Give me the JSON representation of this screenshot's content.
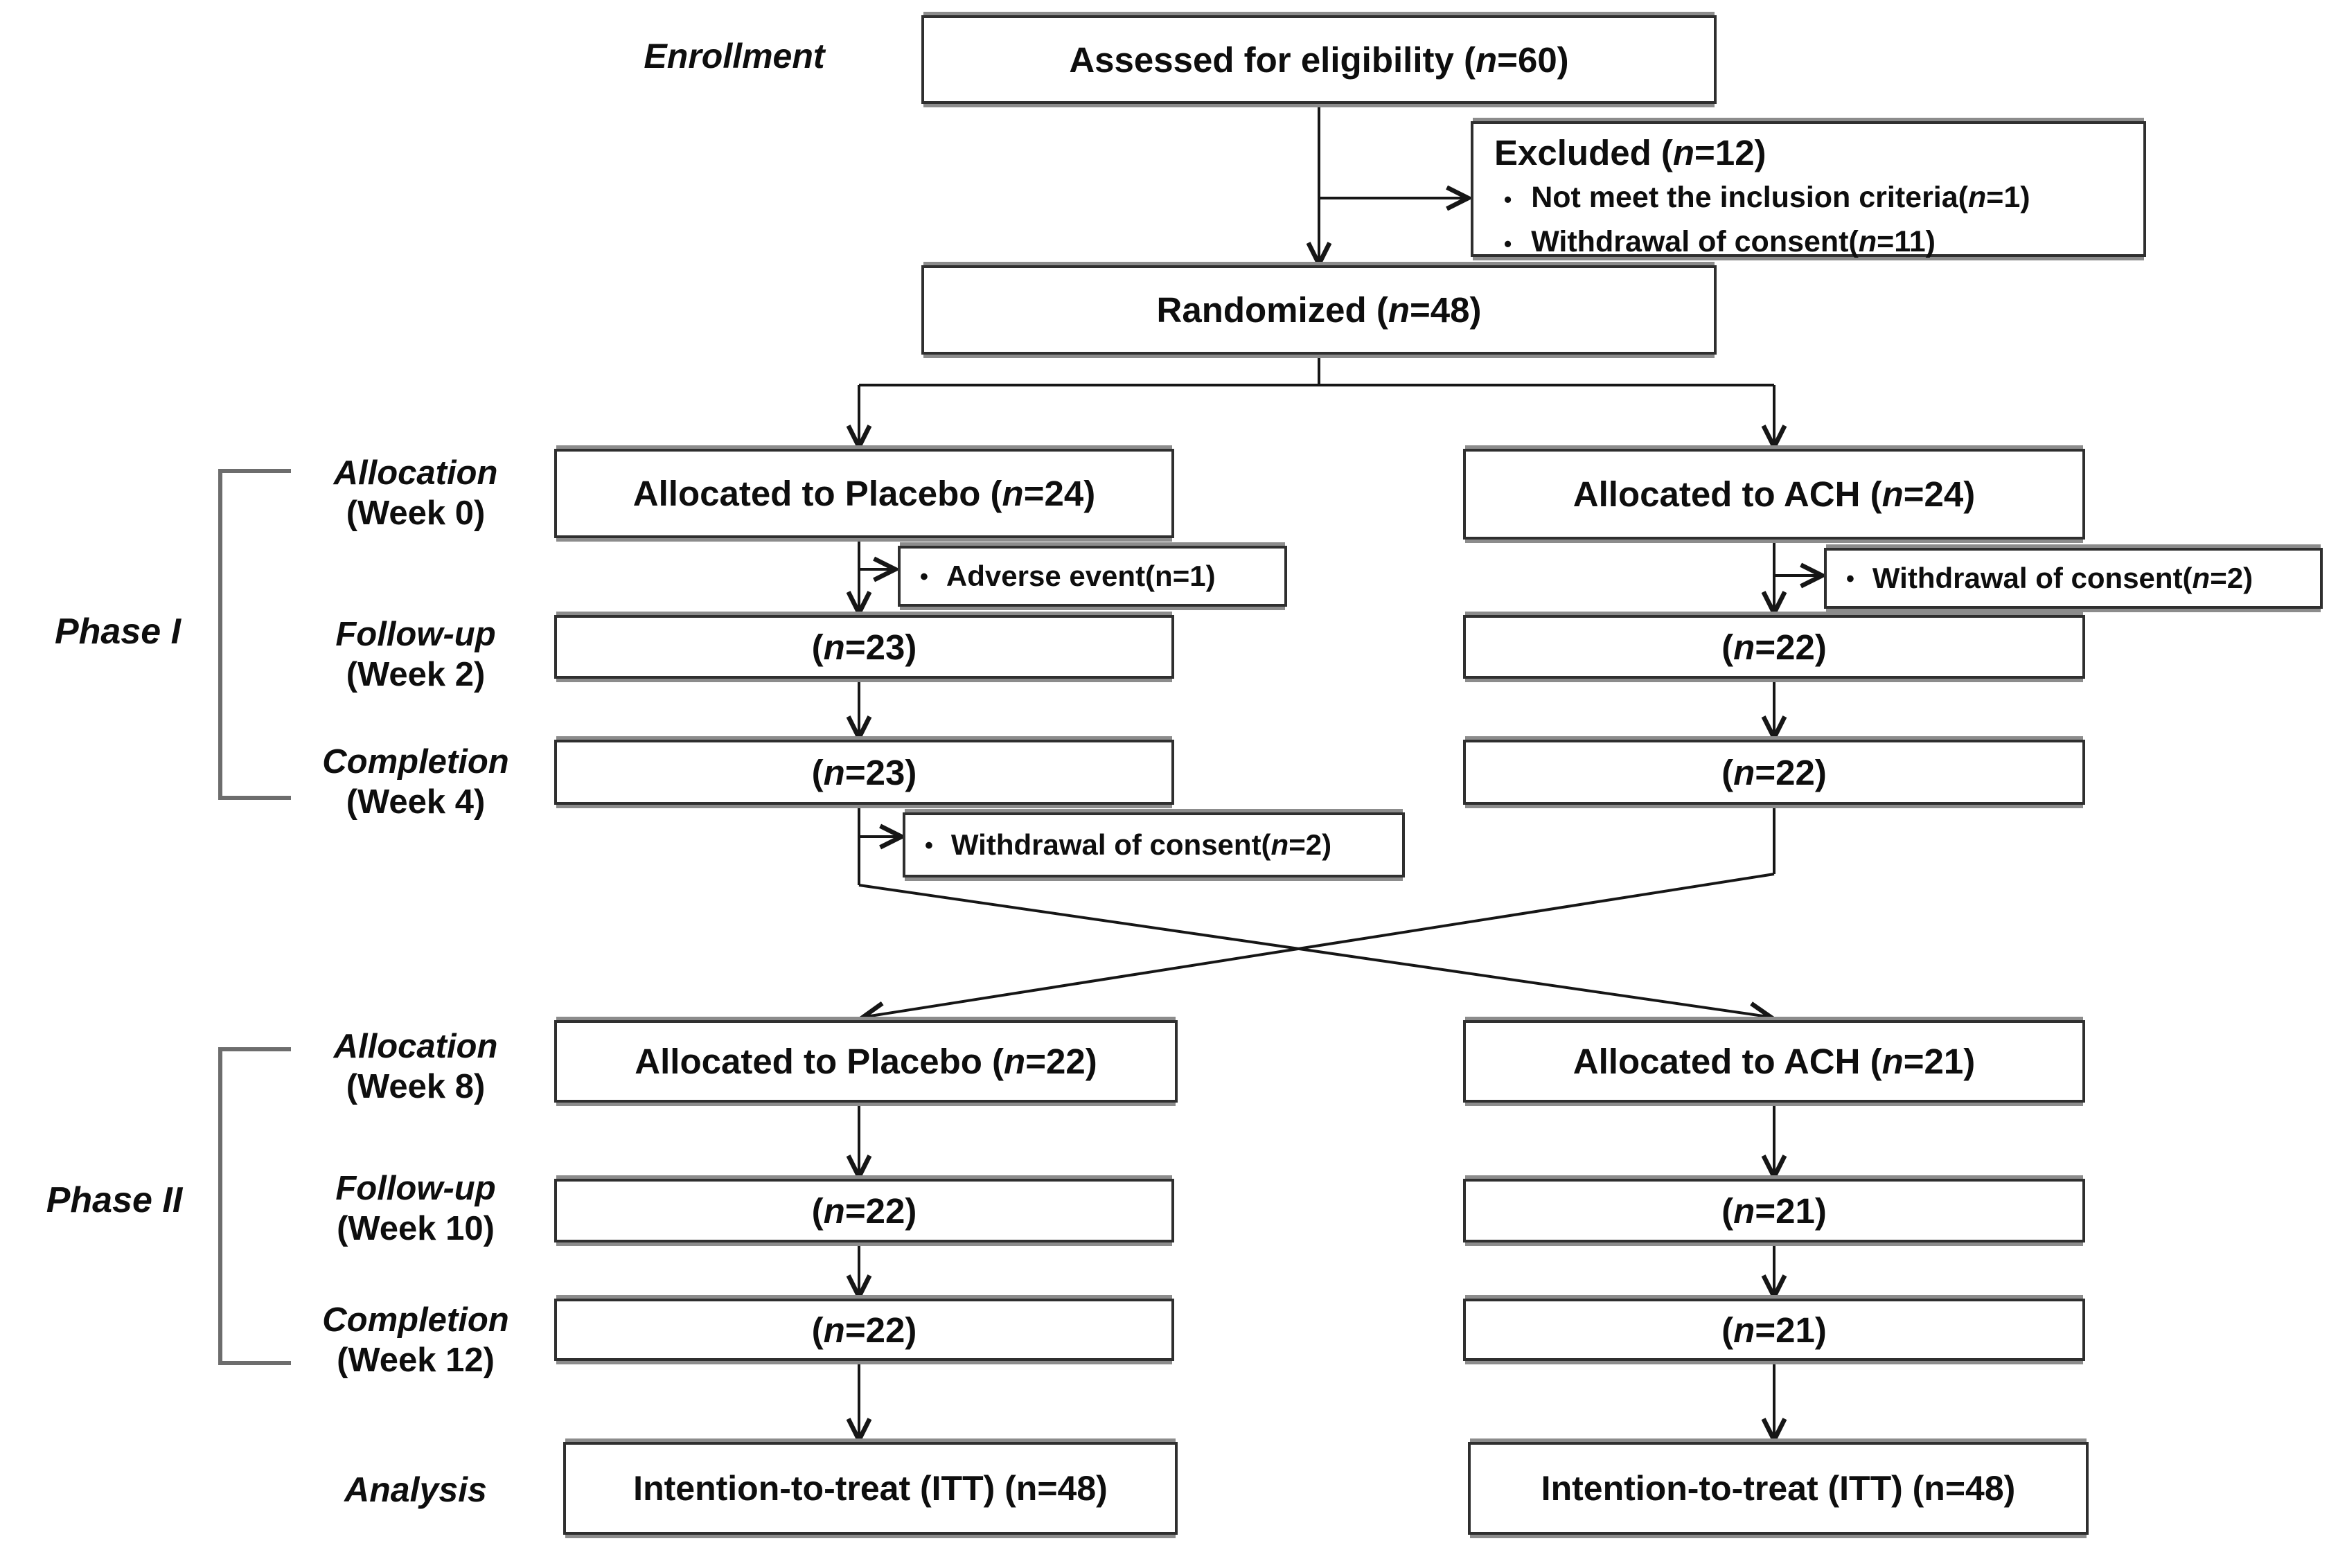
{
  "title": "Crossover trial CONSORT flow diagram",
  "bullet_char": "•",
  "colors": {
    "line": "#161616",
    "box_border": "#2f2f2f",
    "box_edge_shadow": "#8c8c8c",
    "background": "#ffffff",
    "text": "#0e0e0e"
  },
  "labels": {
    "enrollment": "Enrollment",
    "phase1": "Phase I",
    "phase2": "Phase II",
    "analysis": "Analysis",
    "p1_allocation": "Allocation",
    "p1_allocation_week": "(Week 0)",
    "p1_followup": "Follow-up",
    "p1_followup_week": "(Week 2)",
    "p1_completion": "Completion",
    "p1_completion_week": "(Week 4)",
    "p2_allocation": "Allocation",
    "p2_allocation_week": "(Week 8)",
    "p2_followup": "Follow-up",
    "p2_followup_week": "(Week 10)",
    "p2_completion": "Completion",
    "p2_completion_week": "(Week 12)"
  },
  "boxes": {
    "assessed": "Assessed for eligibility (n=60)",
    "excluded_title": "Excluded (n=12)",
    "excluded_item1": "Not meet the inclusion criteria(n=1)",
    "excluded_item2": "Withdrawal of consent(n=11)",
    "randomized": "Randomized (n=48)",
    "p1_alloc_left": "Allocated to Placebo (n=24)",
    "p1_alloc_right": "Allocated to ACH (n=24)",
    "adverse_event": "Adverse event(n=1)",
    "withdrawal_right": "Withdrawal of consent(n=2)",
    "p1_fu_left": "(n=23)",
    "p1_fu_right": "(n=22)",
    "p1_comp_left": "(n=23)",
    "p1_comp_right": "(n=22)",
    "withdrawal_left": "Withdrawal of consent(n=2)",
    "p2_alloc_left": "Allocated to Placebo (n=22)",
    "p2_alloc_right": "Allocated to ACH (n=21)",
    "p2_fu_left": "(n=22)",
    "p2_fu_right": "(n=21)",
    "p2_comp_left": "(n=22)",
    "p2_comp_right": "(n=21)",
    "itt_left": "Intention-to-treat (ITT) (n=48)",
    "itt_right": "Intention-to-treat (ITT) (n=48)"
  }
}
